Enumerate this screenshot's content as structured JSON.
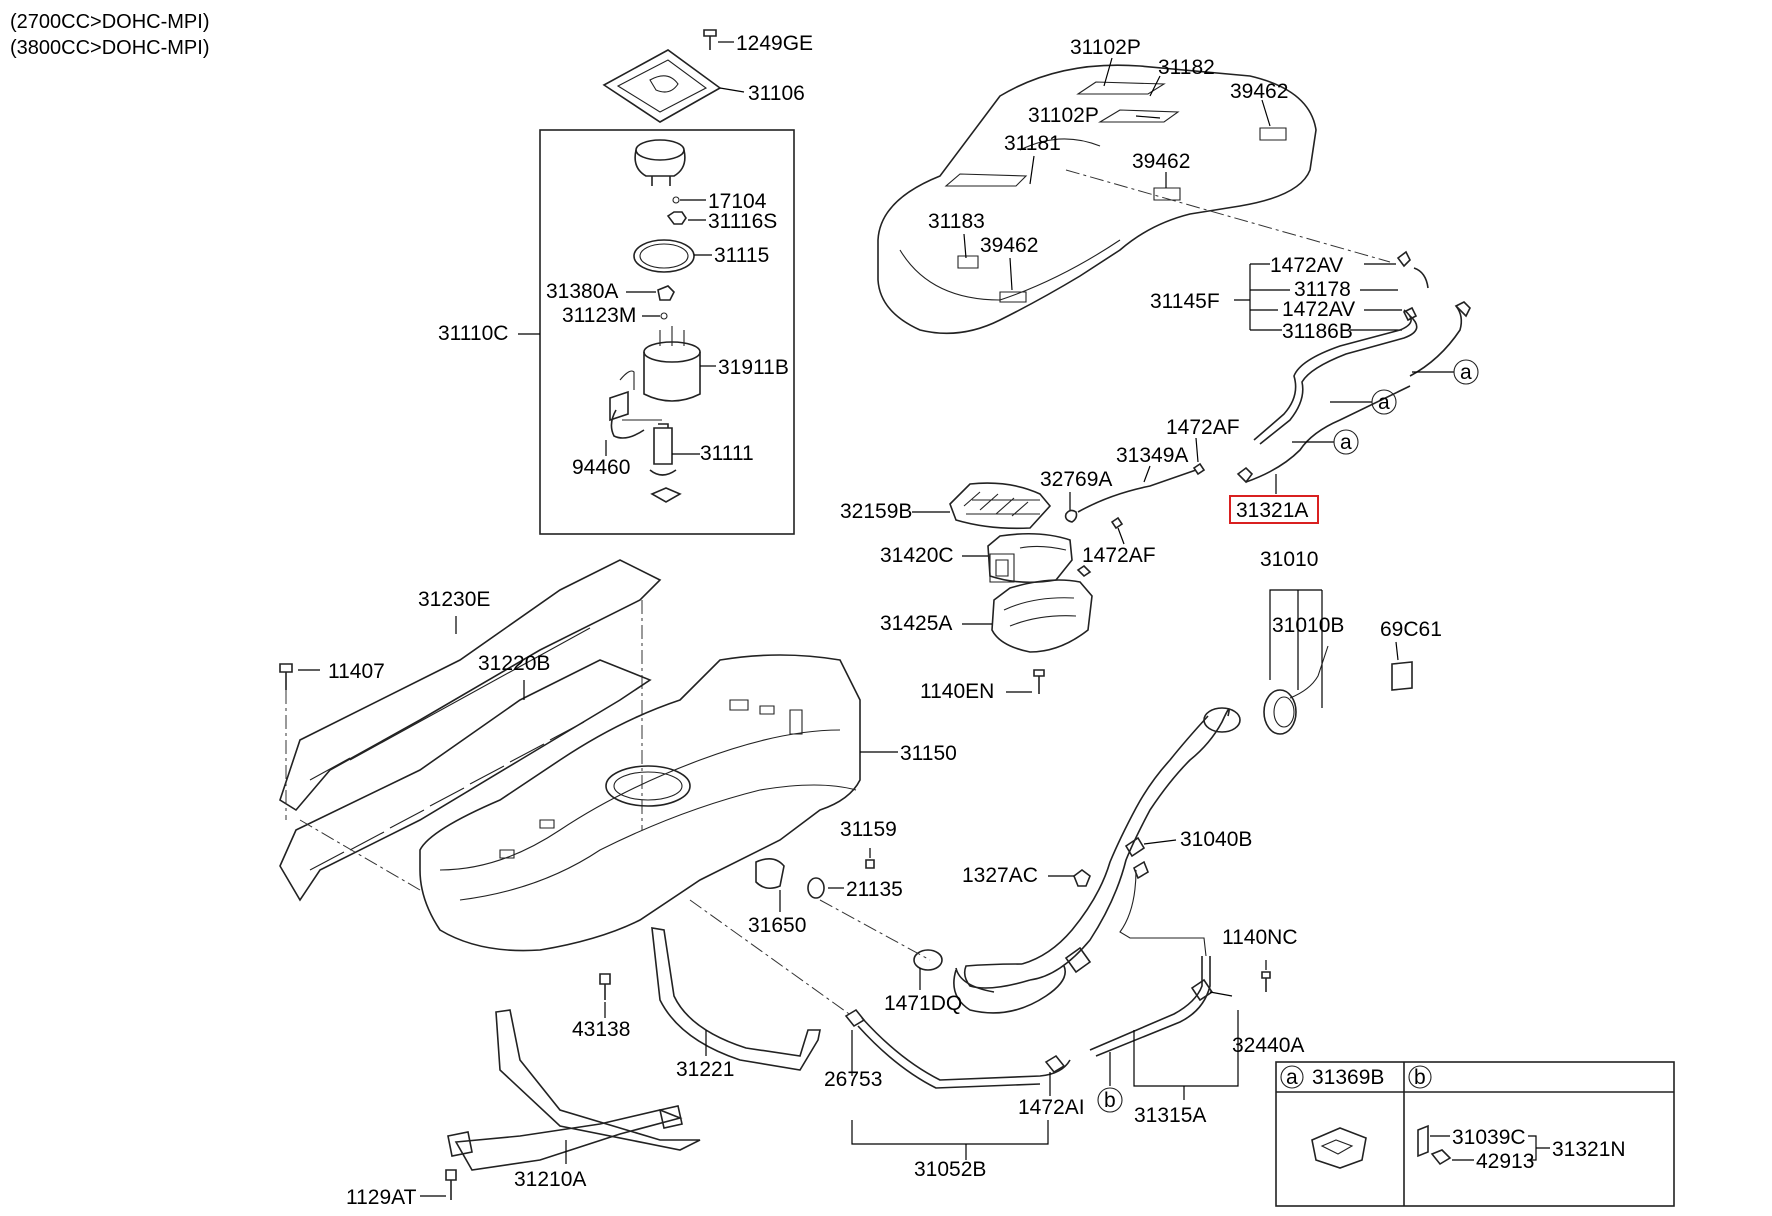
{
  "header": {
    "line1": "(2700CC>DOHC-MPI)",
    "line2": "(3800CC>DOHC-MPI)"
  },
  "highlight": {
    "part": "31321A",
    "color": "#d92020"
  },
  "labels": {
    "p1249GE": "1249GE",
    "p31106": "31106",
    "p17104": "17104",
    "p31116S": "31116S",
    "p31115": "31115",
    "p31380A": "31380A",
    "p31123M": "31123M",
    "p31110C": "31110C",
    "p31911B": "31911B",
    "p94460": "94460",
    "p31111": "31111",
    "p31102P_a": "31102P",
    "p31182": "31182",
    "p39462_a": "39462",
    "p31102P_b": "31102P",
    "p31181": "31181",
    "p39462_b": "39462",
    "p31183": "31183",
    "p39462_c": "39462",
    "p1472AV_a": "1472AV",
    "p31178": "31178",
    "p31145F": "31145F",
    "p1472AV_b": "1472AV",
    "p31186B": "31186B",
    "p1472AF_a": "1472AF",
    "p31349A": "31349A",
    "p32769A": "32769A",
    "p32159B": "32159B",
    "p31321A": "31321A",
    "p31420C": "31420C",
    "p1472AF_b": "1472AF",
    "p31010": "31010",
    "p31425A": "31425A",
    "p31010B": "31010B",
    "p69C61": "69C61",
    "p1140EN": "1140EN",
    "p31230E": "31230E",
    "p11407": "11407",
    "p31220B": "31220B",
    "p31150": "31150",
    "p31159": "31159",
    "p31040B": "31040B",
    "p1327AC": "1327AC",
    "p21135": "21135",
    "p31650": "31650",
    "p1140NC": "1140NC",
    "p1471DQ": "1471DQ",
    "p43138": "43138",
    "p32440A": "32440A",
    "p31221": "31221",
    "p26753": "26753",
    "p1472AI": "1472AI",
    "p31315A": "31315A",
    "p31052B": "31052B",
    "p31210A": "31210A",
    "p1129AT": "1129AT"
  },
  "callouts": {
    "a1": "a",
    "a2": "a",
    "a3": "a",
    "b1": "b"
  },
  "legend": {
    "col_a_letter": "a",
    "col_a_part": "31369B",
    "col_b_letter": "b",
    "p31039C": "31039C",
    "p42913": "42913",
    "p31321N": "31321N"
  }
}
